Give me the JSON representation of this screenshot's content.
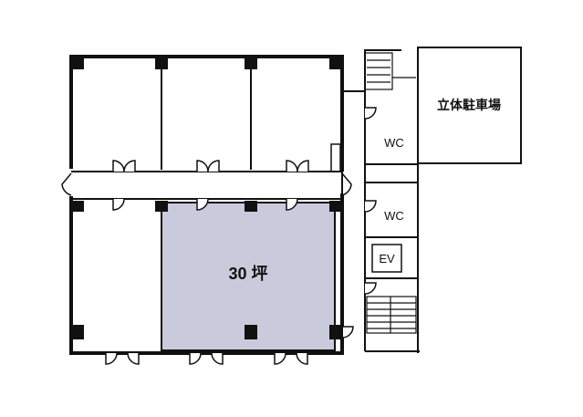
{
  "plan": {
    "unit_label": "30 坪",
    "rooms": {
      "wc_upper": "WC",
      "wc_lower": "WC",
      "elevator": "EV",
      "parking": "立体駐車場"
    },
    "colors": {
      "wall": "#111111",
      "highlight": "#c9cbdc",
      "background": "#ffffff"
    }
  }
}
